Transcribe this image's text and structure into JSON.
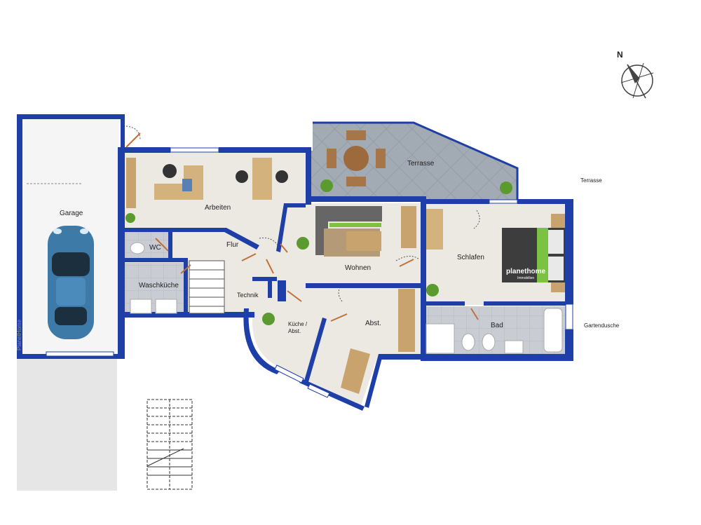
{
  "rooms": {
    "garage": "Garage",
    "arbeiten": "Arbeiten",
    "wc": "WC",
    "flur": "Flur",
    "waschkueche": "Waschküche",
    "technik": "Technik",
    "kueche_line1": "Küche /",
    "kueche_line2": "Abst.",
    "wohnen": "Wohnen",
    "abst": "Abst.",
    "schlafen": "Schlafen",
    "bad": "Bad",
    "terrasse_inner": "Terrasse",
    "terrasse_outer": "Terrasse",
    "gartendusche": "Gartendusche"
  },
  "compass": {
    "north_label": "N"
  },
  "branding": {
    "side_watermark": "PlanetHome",
    "bed_logo": "planethome",
    "bed_logo_sub": "Immobilien"
  },
  "colors": {
    "wall": "#1f3fa8",
    "floor": "#ece9e2",
    "tile": "#c9ccd2",
    "terrace": "#9aa3ad",
    "garage_floor": "#f2f2f2",
    "outside_pad": "#e6e6e6",
    "door_swing": "#c0703a",
    "car": "#3d7aa8",
    "plant": "#5a9a2e",
    "bed_green": "#7cc242"
  }
}
